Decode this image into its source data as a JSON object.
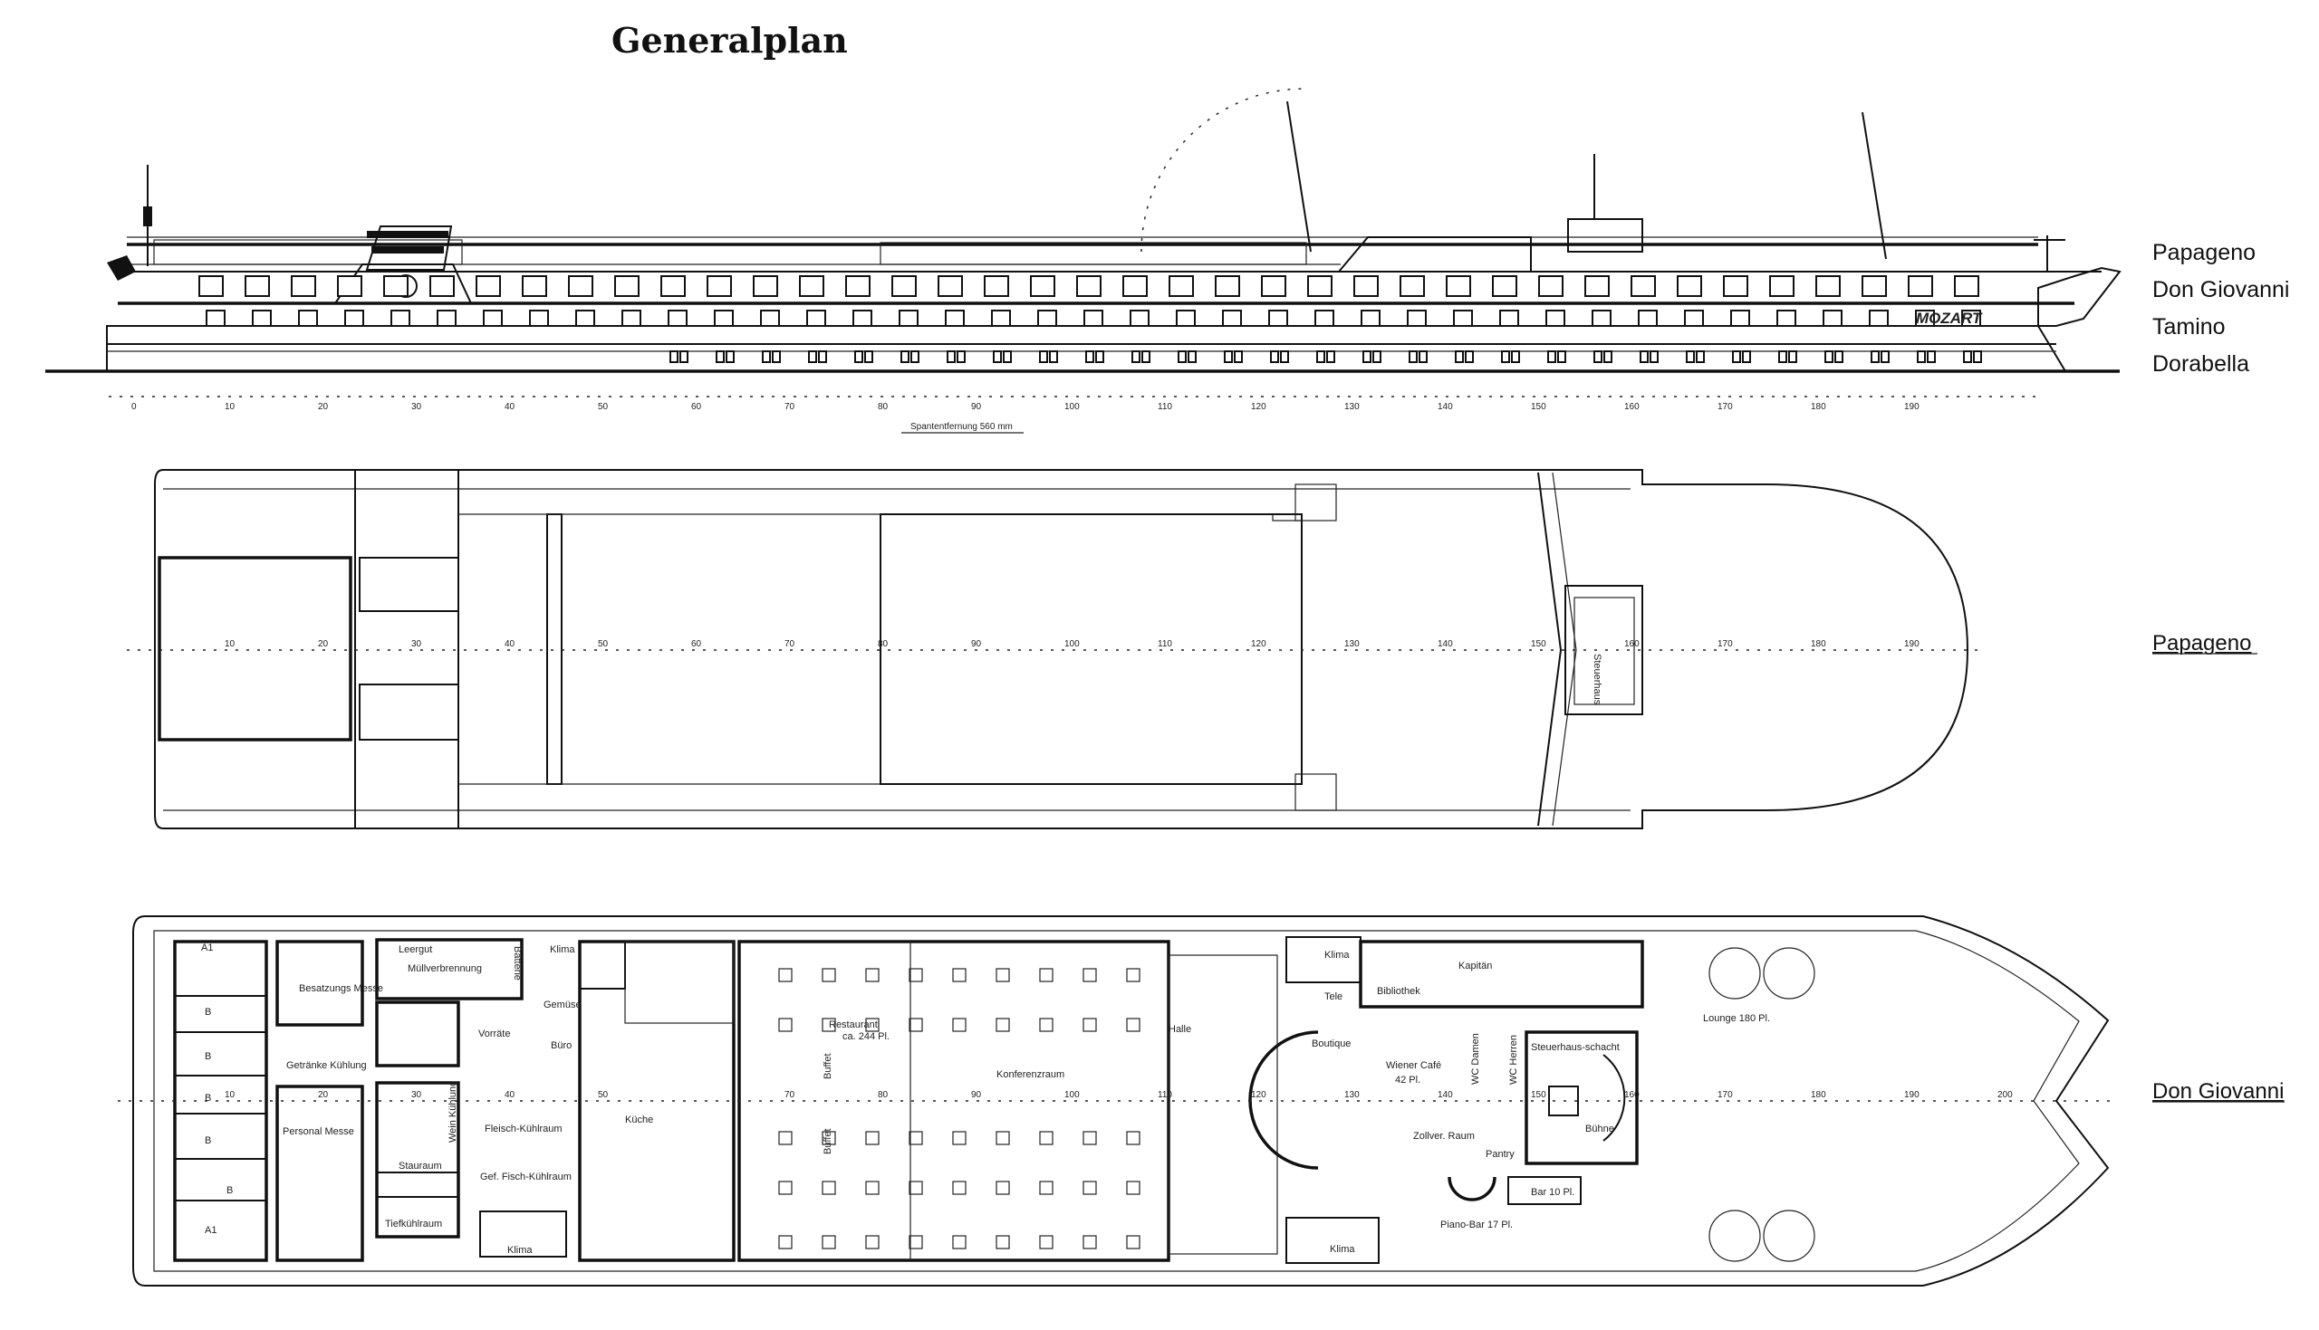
{
  "title": "Generalplan",
  "ship_names": [
    "Papageno",
    "Don Giovanni",
    "Tamino",
    "Dorabella"
  ],
  "profile": {
    "ship_name": "MOZART",
    "frame_spacing_label": "Spantentfernung 560 mm",
    "frames": [
      "0",
      "10",
      "20",
      "30",
      "40",
      "50",
      "60",
      "70",
      "80",
      "90",
      "100",
      "110",
      "120",
      "130",
      "140",
      "150",
      "160",
      "170",
      "180",
      "190"
    ]
  },
  "plans": [
    {
      "deck": "Papageno",
      "frames": [
        "10",
        "20",
        "30",
        "40",
        "50",
        "60",
        "70",
        "80",
        "90",
        "100",
        "110",
        "120",
        "130",
        "140",
        "150",
        "160",
        "170",
        "180",
        "190"
      ],
      "rooms": [
        "Steuerhaus"
      ]
    },
    {
      "deck": "Don Giovanni",
      "frames": [
        "10",
        "20",
        "30",
        "40",
        "50",
        "70",
        "80",
        "90",
        "100",
        "110",
        "120",
        "130",
        "140",
        "150",
        "160",
        "170",
        "180",
        "190",
        "200"
      ],
      "rooms": {
        "a1_top": "A1",
        "b1": "B",
        "b2": "B",
        "b3": "B",
        "b4": "B",
        "b5": "B",
        "a1_bottom": "A1",
        "crew_mess": "Besatzungs Messe",
        "drinks_cooling": "Getränke Kühlung",
        "staff_mess": "Personal Messe",
        "empties": "Leergut",
        "incinerator": "Müllverbrennung",
        "battery": "Batterie",
        "aircon_1": "Klima",
        "vegetables": "Gemüse",
        "stores": "Vorräte",
        "office": "Büro",
        "wine_cooling": "Wein Kühlung",
        "storage": "Stauraum",
        "meat_cooling": "Fleisch-Kühlraum",
        "fish_cooling": "Gef. Fisch-Kühlraum",
        "freezer": "Tiefkühlraum",
        "aircon_2": "Klima",
        "kitchen": "Küche",
        "restaurant": "Restaurant",
        "restaurant_seats": "ca. 244 Pl.",
        "buffet_1": "Buffet",
        "buffet_2": "Buffet",
        "conference": "Konferenzraum",
        "hall": "Halle",
        "aircon_3": "Klima",
        "phone": "Tele",
        "library": "Bibliothek",
        "captain": "Kapitän",
        "boutique": "Boutique",
        "cafe": "Wiener Café",
        "cafe_seats": "42 Pl.",
        "wc_women": "WC Damen",
        "wc_men": "WC Herren",
        "wheelhouse_shaft": "Steuerhaus-schacht",
        "stage": "Bühne",
        "customs": "Zollver. Raum",
        "pantry": "Pantry",
        "bar": "Bar 10 Pl.",
        "piano_bar": "Piano-Bar 17 Pl.",
        "lounge": "Lounge 180 Pl.",
        "aircon_4": "Klima"
      }
    }
  ]
}
